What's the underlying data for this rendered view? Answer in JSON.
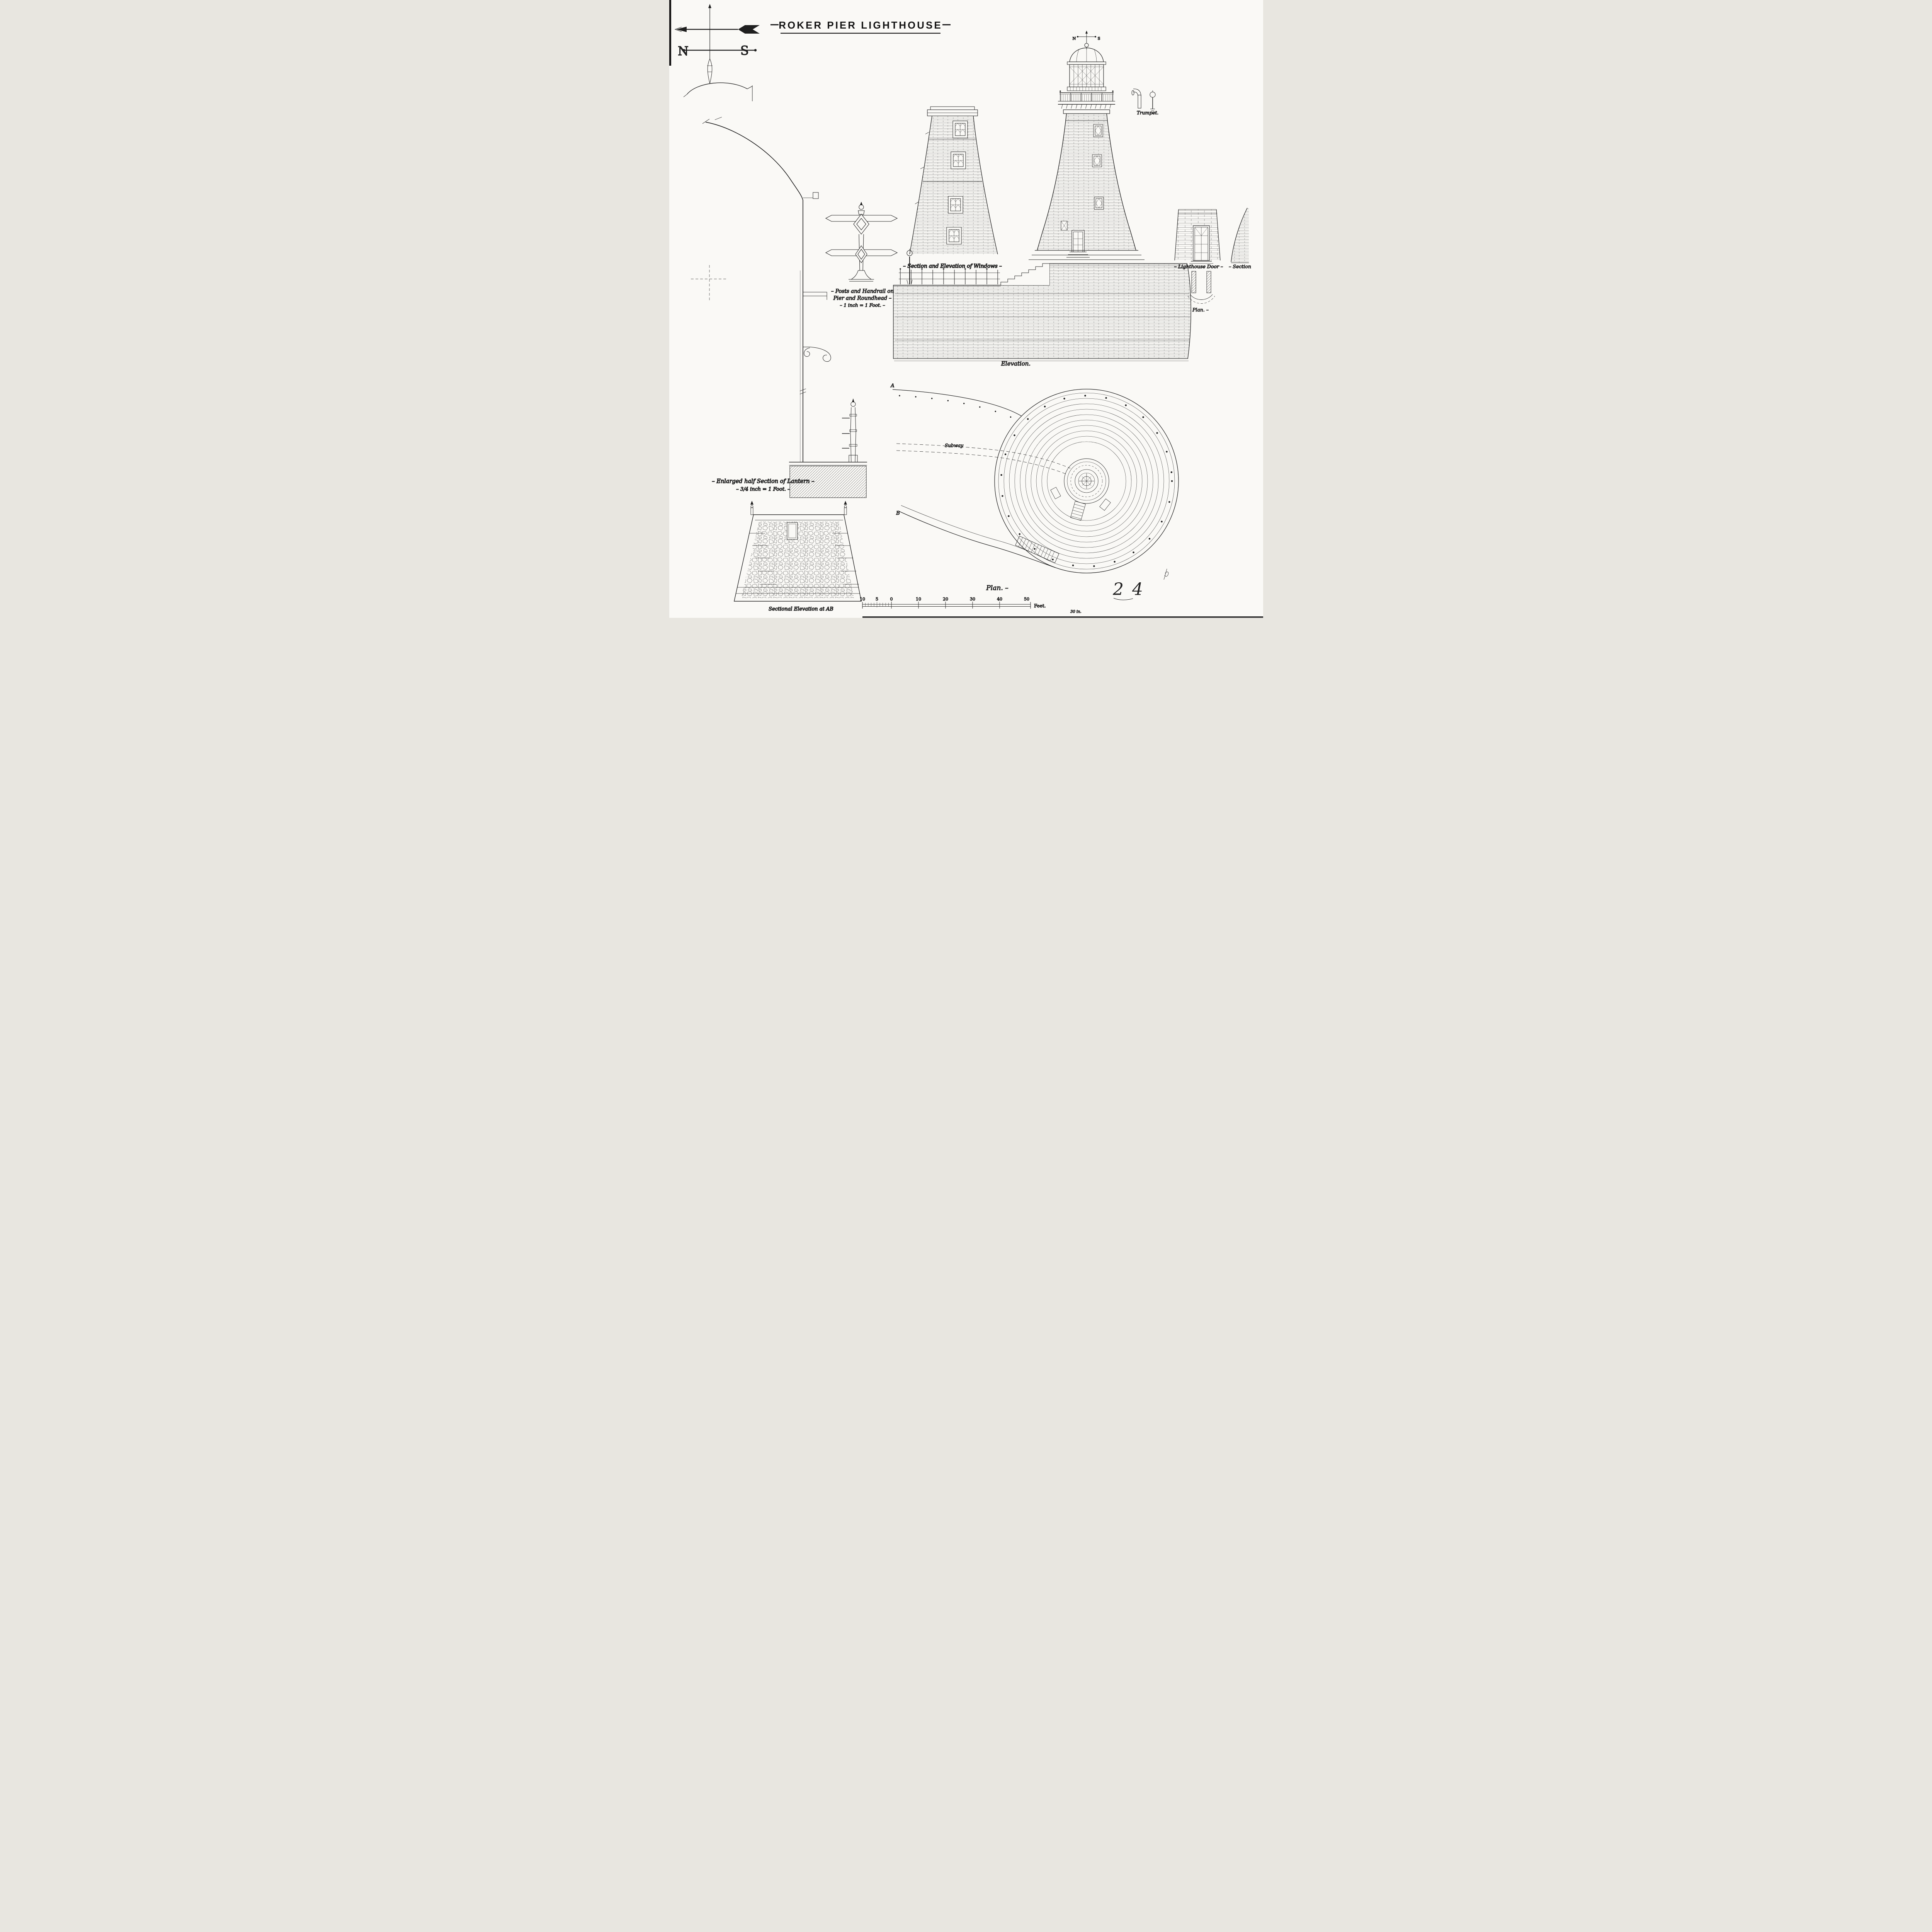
{
  "title": "ROKER PIER LIGHTHOUSE",
  "compass": {
    "n": "N",
    "s": "S"
  },
  "small_compass": {
    "n": "N",
    "s": "S"
  },
  "labels": {
    "trumpet": "Trumpet.",
    "windows_section": "– Section and Elevation of Windows –",
    "posts_line1": "– Posts and Handrail on",
    "posts_line2": "Pier and Roundhead –",
    "posts_scale": "– 1 inch = 1 Foot. –",
    "elevation": "Elevation.",
    "lighthouse_door": "– Lighthouse Door –",
    "section": "– Section",
    "plan_small": "Plan. –",
    "lantern_line1": "– Enlarged half Section of Lantern –",
    "lantern_scale": "– 3/4 inch = 1 Foot. –",
    "subway": "Subway",
    "point_a": "A",
    "point_b": "B",
    "plan_large": "Plan. –",
    "sectional_ab": "Sectional Elevation at AB",
    "sheet_mark": "2 4"
  },
  "scale_bar": {
    "ticks": [
      "10",
      "5",
      "0",
      "10",
      "20",
      "30",
      "40",
      "50"
    ],
    "unit": "Feet.",
    "note": "30 in."
  },
  "colors": {
    "paper": "#faf9f6",
    "ink": "#1f1f1f"
  }
}
